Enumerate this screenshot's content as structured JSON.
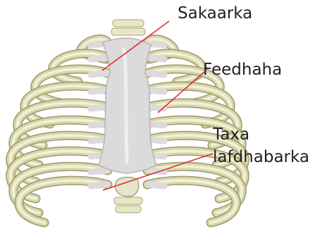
{
  "diagram": {
    "labels": {
      "sternum": "Sakaarka",
      "ribs": "Feedhaha",
      "xiphoid_line1": "Taxa",
      "xiphoid_line2": "lafdhabarka"
    },
    "colors": {
      "bone_light": "#f1f0d8",
      "bone_mid": "#d8d6ab",
      "bone_dark": "#9c9a6a",
      "cartilage": "#dcdada",
      "cartilage_shade": "#b7b5b3",
      "leader_line": "#e0262b",
      "text": "#231f20"
    }
  }
}
